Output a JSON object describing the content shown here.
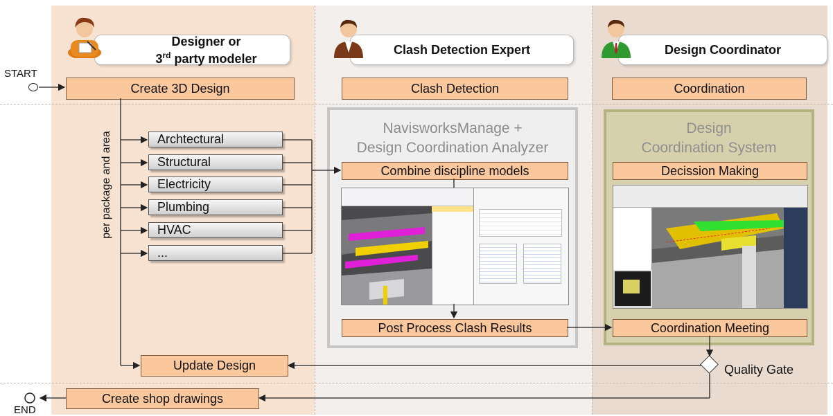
{
  "start_label": "START",
  "end_label": "END",
  "side_label": "per package and area",
  "roles": [
    {
      "line1": "Designer or",
      "line2": "3rd party modeler"
    },
    {
      "line1": "Clash Detection Expert",
      "line2": ""
    },
    {
      "line1": "Design Coordinator",
      "line2": ""
    }
  ],
  "stage_labels": [
    "Create 3D Design",
    "Clash Detection",
    "Coordination"
  ],
  "disciplines": [
    "Archtectural",
    "Structural",
    "Electricity",
    "Plumbing",
    "HVAC",
    "..."
  ],
  "analyzer": {
    "title1": "NavisworksManage +",
    "title2": "Design Coordination Analyzer"
  },
  "dcs": {
    "title1": "Design",
    "title2": "Coordination System"
  },
  "steps": {
    "combine": "Combine discipline models",
    "post_process": "Post Process Clash Results",
    "decision": "Decission Making",
    "meeting": "Coordination Meeting",
    "update": "Update Design",
    "shop": "Create shop drawings",
    "gate": "Quality Gate"
  },
  "colors": {
    "box_fill": "#fbc79d",
    "lane1": "#f8e3d2",
    "lane2": "#f3efec",
    "lane3": "#eadbd1",
    "dcs_border": "#b3b382"
  },
  "icons": [
    "designer-person-icon",
    "clash-expert-person-icon",
    "coordinator-person-icon"
  ]
}
